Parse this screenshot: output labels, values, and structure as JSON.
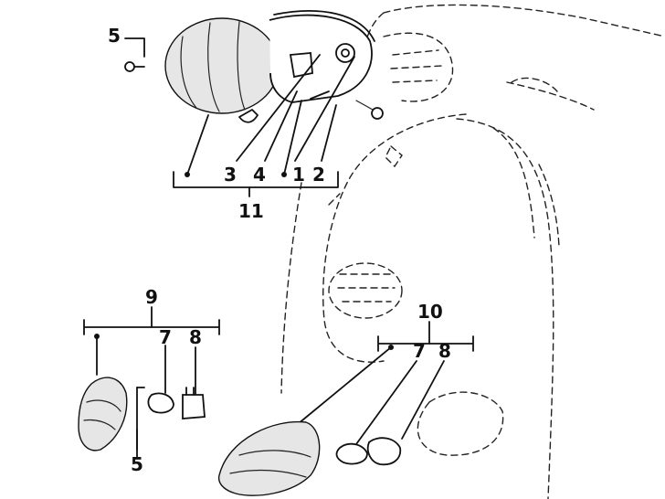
{
  "callouts": {
    "c1": "1",
    "c2": "2",
    "c3": "3",
    "c4": "4",
    "c5_top": "5",
    "c5_bottom": "5",
    "c7_left": "7",
    "c8_left": "8",
    "c7_right": "7",
    "c8_right": "8",
    "c9": "9",
    "c10": "10",
    "c11": "11"
  }
}
